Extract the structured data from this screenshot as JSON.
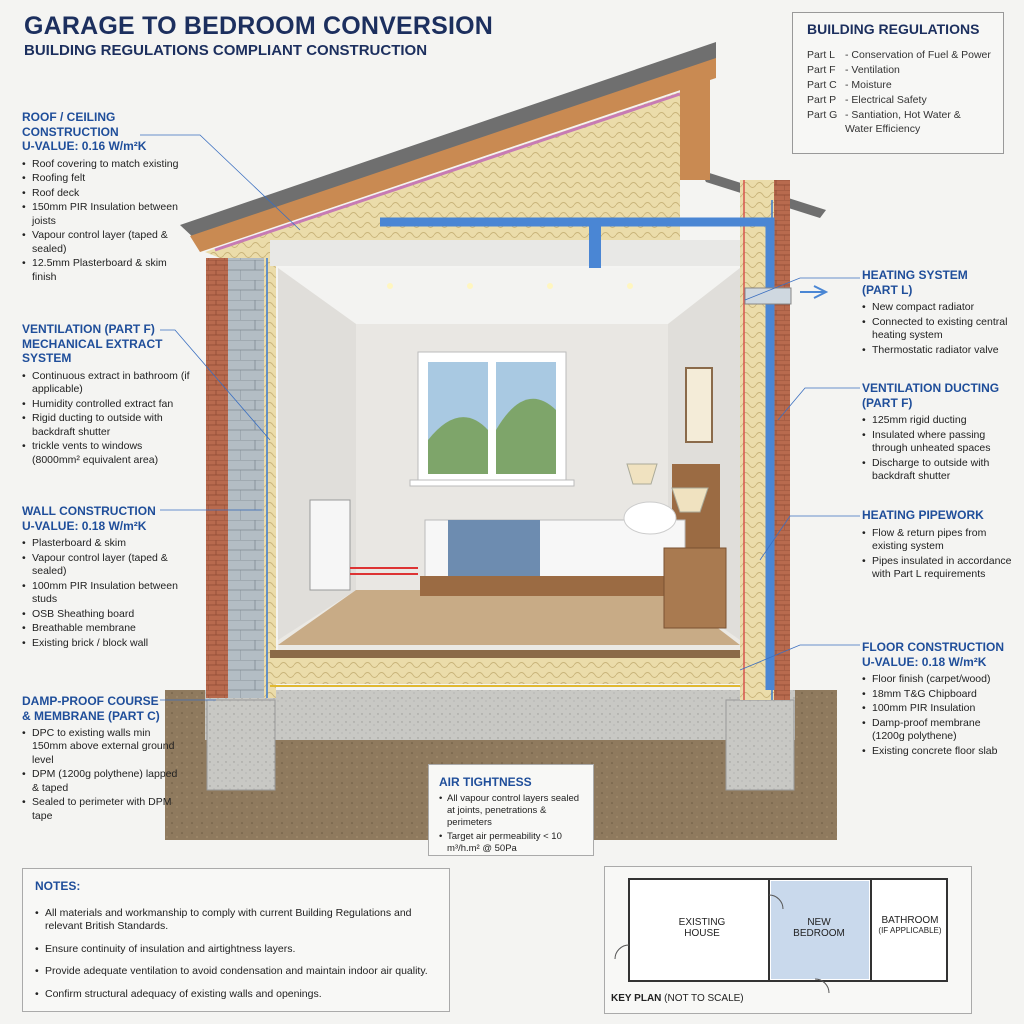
{
  "title": "GARAGE TO BEDROOM CONVERSION",
  "subtitle": "BUILDING REGULATIONS COMPLIANT CONSTRUCTION",
  "regulations": {
    "heading": "BUILDING REGULATIONS",
    "items": [
      {
        "code": "Part L",
        "desc": "- Conservation of Fuel & Power"
      },
      {
        "code": "Part F",
        "desc": "- Ventilation"
      },
      {
        "code": "Part C",
        "desc": "- Moisture"
      },
      {
        "code": "Part P",
        "desc": "- Electrical Safety"
      },
      {
        "code": "Part G",
        "desc": "- Santiation, Hot Water &"
      },
      {
        "code": "",
        "desc": "Water Efficiency"
      }
    ]
  },
  "roof": {
    "heading1": "ROOF / CEILING",
    "heading2": "CONSTRUCTION",
    "heading3": "U-VALUE: 0.16 W/m²K",
    "items": [
      "Roof covering to match existing",
      "Roofing felt",
      "Roof deck",
      "150mm PIR Insulation between joists",
      "Vapour control layer (taped & sealed)",
      "12.5mm Plasterboard & skim finish"
    ]
  },
  "ventilation": {
    "heading1": "VENTILATION (PART F)",
    "heading2": "MECHANICAL EXTRACT",
    "heading3": "SYSTEM",
    "items": [
      "Continuous extract in bathroom (if applicable)",
      "Humidity controlled extract fan",
      "Rigid ducting to outside with backdraft shutter",
      "trickle vents to windows (8000mm² equivalent area)"
    ]
  },
  "wall": {
    "heading1": "WALL CONSTRUCTION",
    "heading2": "U-VALUE: 0.18 W/m²K",
    "items": [
      "Plasterboard & skim",
      "Vapour control layer (taped & sealed)",
      "100mm PIR Insulation between studs",
      "OSB Sheathing board",
      "Breathable membrane",
      "Existing brick / block wall"
    ]
  },
  "dpc": {
    "heading1": "DAMP-PROOF COURSE",
    "heading2": "& MEMBRANE (PART C)",
    "items": [
      "DPC to existing walls min 150mm above external ground level",
      "DPM (1200g polythene) lapped & taped",
      "Sealed to perimeter with DPM tape"
    ]
  },
  "heating_system": {
    "heading1": "HEATING SYSTEM",
    "heading2": "(PART L)",
    "items": [
      "New compact radiator",
      "Connected to existing central heating system",
      "Thermostatic radiator valve"
    ]
  },
  "vent_ducting": {
    "heading1": "VENTILATION DUCTING",
    "heading2": "(PART F)",
    "items": [
      "125mm rigid ducting",
      "Insulated where passing through unheated spaces",
      "Discharge to outside with backdraft shutter"
    ]
  },
  "pipework": {
    "heading1": "HEATING PIPEWORK",
    "items": [
      "Flow & return pipes from existing system",
      "Pipes insulated in accordance with Part L requirements"
    ]
  },
  "floor": {
    "heading1": "FLOOR CONSTRUCTION",
    "heading2": "U-VALUE: 0.18 W/m²K",
    "items": [
      "Floor finish (carpet/wood)",
      "18mm T&G Chipboard",
      "100mm PIR Insulation",
      "Damp-proof membrane (1200g polythene)",
      "Existing concrete floor slab"
    ]
  },
  "air": {
    "heading": "AIR TIGHTNESS",
    "items": [
      "All vapour control layers sealed at joints, penetrations & perimeters",
      "Target air permeability < 10 m³/h.m² @ 50Pa"
    ]
  },
  "notes": {
    "heading": "NOTES:",
    "items": [
      "All materials and workmanship to comply with current Building Regulations and relevant British Standards.",
      "Ensure continuity of insulation and airtightness layers.",
      "Provide adequate ventilation to avoid condensation and maintain indoor air quality.",
      "Confirm structural adequacy of existing walls and openings."
    ]
  },
  "keyplan": {
    "caption": "KEY PLAN",
    "caption_note": "(NOT TO SCALE)",
    "room1_a": "EXISTING",
    "room1_b": "HOUSE",
    "room2_a": "NEW",
    "room2_b": "BEDROOM",
    "room3_a": "BATHROOM",
    "room3_b": "(IF APPLICABLE)"
  },
  "colors": {
    "heading_blue": "#1f4e9a",
    "title_navy": "#1c2f5e",
    "insulation": "#e9d9a4",
    "brick": "#b86a4e",
    "duct_blue": "#4a86d4",
    "bedroom_fill": "#c9d9ec"
  }
}
